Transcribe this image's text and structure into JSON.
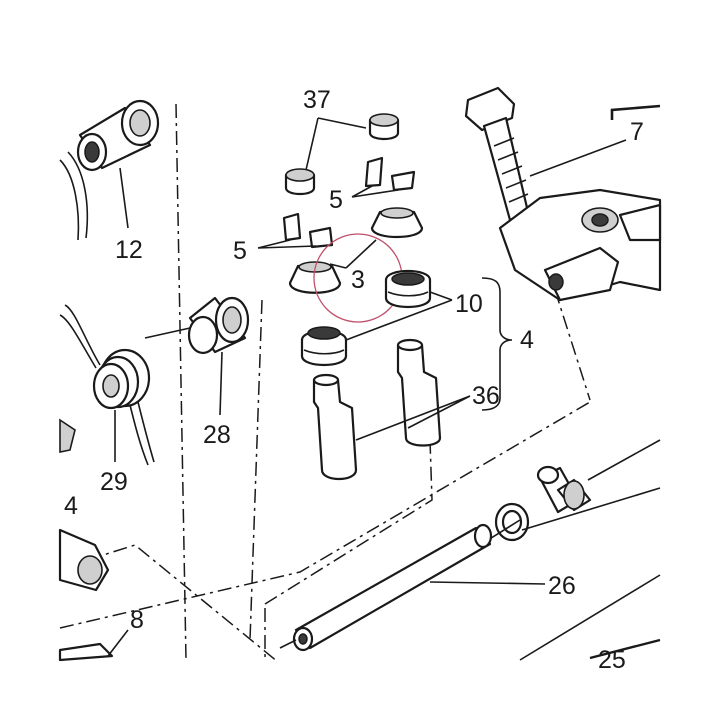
{
  "labels": {
    "l37": "37",
    "l7": "7",
    "l5a": "5",
    "l5b": "5",
    "l3": "3",
    "l12": "12",
    "l10": "10",
    "l4a": "4",
    "l36": "36",
    "l28": "28",
    "l29": "29",
    "l4b": "4",
    "l26": "26",
    "l8": "8",
    "l25": "25"
  },
  "highlight_color": "#c0506a",
  "line_color": "#1a1a1a"
}
